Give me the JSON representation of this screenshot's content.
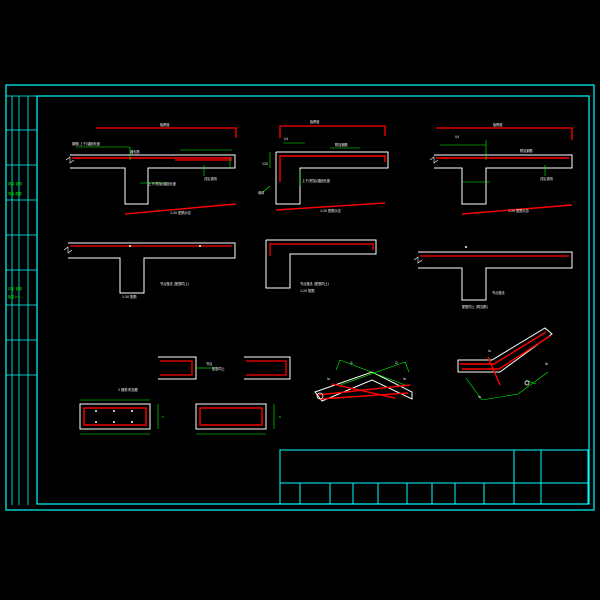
{
  "drawing": {
    "colors": {
      "background": "#000000",
      "frame": "#00ffff",
      "outline": "#ffffff",
      "rebar": "#ff0000",
      "dimension": "#00ff00"
    },
    "side_panel_notes": [
      "墙厚 说明",
      "同板 配筋",
      "详见 说明",
      "板厚 h=..."
    ],
    "details": {
      "top_left": {
        "top_label": "板跨度",
        "rebar_note_1": "钢筋(上下)锚固长度",
        "rebar_note_2": "通长筋",
        "rebar_note_3": "上下(附加)锚固长度",
        "right_note": "详见说明",
        "bottom_label": "1:20 配筋示意"
      },
      "top_middle": {
        "top_label": "板跨度",
        "left_dim": "l/4",
        "rebar_note_1": "附加钢筋",
        "rebar_note_2": "上下(附加)锚固长度",
        "left_dim_label": "120",
        "left_note": "墙体",
        "bottom_label": "1:20 配筋示意"
      },
      "top_right": {
        "top_label": "板跨度",
        "left_dim": "l/4",
        "rebar_note_1": "附加钢筋",
        "right_note": "详见说明",
        "bottom_label": "1:20 配筋示意"
      },
      "mid_left": {
        "caption_1": "节点做法 (配筋同上)",
        "caption_2": "1:20 配筋"
      },
      "mid_middle": {
        "caption_1": "节点做法 (配筋同上)",
        "caption_2": "1:20 配筋"
      },
      "mid_right": {
        "caption_1": "节点做法",
        "caption_2": "配筋同上 (附加筋)"
      },
      "small_left": {
        "label_1": "节点",
        "label_2": "配筋同上"
      },
      "beam_left": {
        "top_note": "2 钢筋 附加筋",
        "dim": "h"
      },
      "beam_right": {
        "dim": "h"
      },
      "cross_detail": {
        "labels": [
          "l1",
          "l2",
          "la",
          "la"
        ]
      },
      "bend_detail": {
        "labels": [
          "la",
          "la",
          "lb"
        ]
      }
    }
  }
}
